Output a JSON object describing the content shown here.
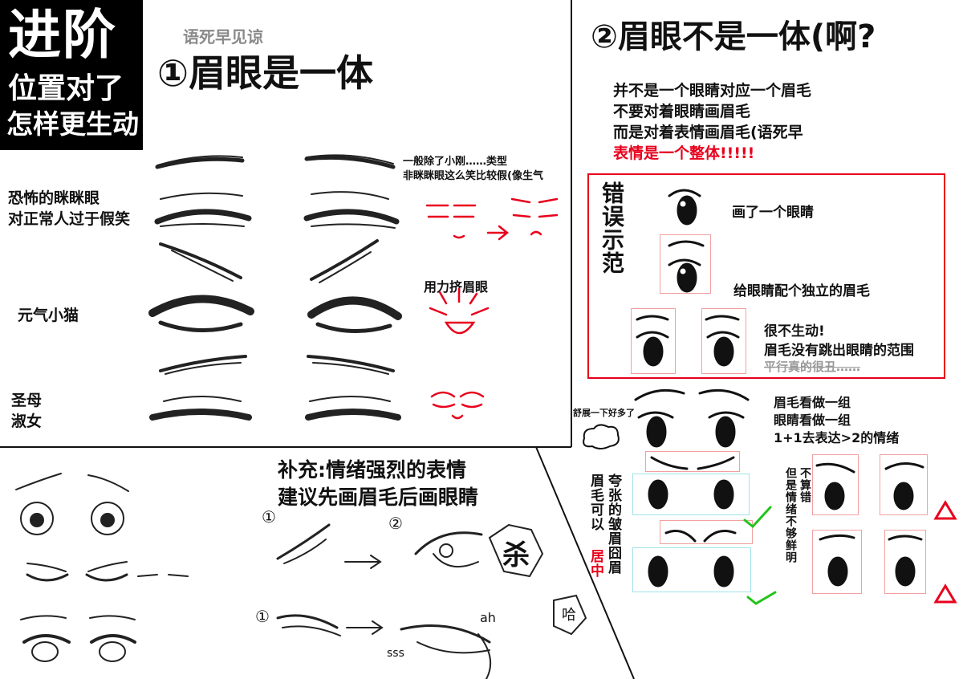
{
  "header": {
    "badge_big": "进阶",
    "badge_line1": "位置对了",
    "badge_line2": "怎样更生动",
    "note_gray": "语死早见谅",
    "title_left": "①眉眼是一体",
    "title_right": "②眉眼不是一体(啊?"
  },
  "left_panel": {
    "row1_label_1": "恐怖的眯眯眼",
    "row1_label_2": "对正常人过于假笑",
    "row1_note_1": "一般除了小刚……类型",
    "row1_note_2": "非眯眯眼这么笑比较假(像生气",
    "row2_label": "元气小猫",
    "row2_note": "用力挤眉眼",
    "row3_label_1": "圣母",
    "row3_label_2": "淑女"
  },
  "right_panel": {
    "line1": "并不是一个眼睛对应一个眉毛",
    "line2": "不要对着眼睛画眉毛",
    "line3": "而是对着表情画眉毛(语死早",
    "line4_red": "表情是一个整体!!!!!",
    "wrong_title": "错误示范",
    "wrong_1": "画了一个眼睛",
    "wrong_2": "给眼睛配个独立的眉毛",
    "wrong_3": "很不生动!",
    "wrong_4": "眉毛没有跳出眼睛的范围",
    "wrong_5_strike": "平行真的很丑……",
    "relief": "舒展一下好多了",
    "group_1": "眉毛看做一组",
    "group_2": "眼睛看做一组",
    "group_3": "1+1去表达>2的情绪",
    "vertical_1": "夸张的皱眉囧眉",
    "vertical_2a": "眉毛可以",
    "vertical_2b": "居中",
    "vertical_3a": "不算错",
    "vertical_3b": "但是情绪不够鲜明"
  },
  "bottom_panel": {
    "supp_1": "补充:情绪强烈的表情",
    "supp_2": "建议先画眉毛后画眼睛",
    "step1": "①",
    "step2": "②",
    "step1b": "①",
    "sfx_1": "杀",
    "sfx_2": "哈",
    "sfx_3": "ah",
    "sfx_4": "sss"
  },
  "colors": {
    "accent_red": "#e8001c",
    "green_check": "#22c41a",
    "box_pink": "#f2a0a0",
    "box_cyan": "#9fe3ea"
  }
}
